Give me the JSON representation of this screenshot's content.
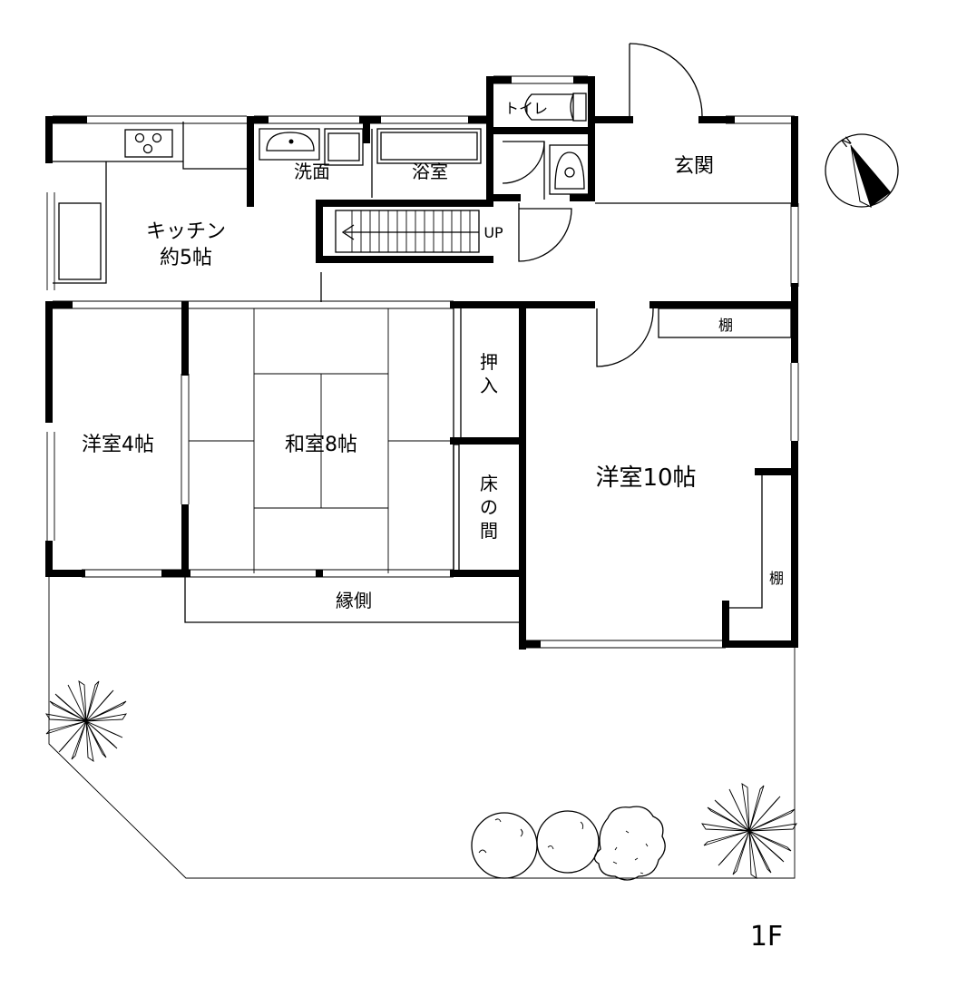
{
  "floor_label": "1F",
  "rooms": {
    "kitchen": "キッチン",
    "kitchen_size": "約5帖",
    "washroom": "洗面",
    "bathroom": "浴室",
    "toilet": "トイレ",
    "entrance": "玄関",
    "stairs_up": "UP",
    "western_4": "洋室4帖",
    "japanese_8": "和室8帖",
    "closet_line1": "押",
    "closet_line2": "入",
    "alcove_line1": "床",
    "alcove_line2": "の",
    "alcove_line3": "間",
    "western_10": "洋室10帖",
    "shelf_top": "棚",
    "shelf_right": "棚",
    "veranda": "縁側"
  },
  "compass": {
    "north": "N"
  }
}
